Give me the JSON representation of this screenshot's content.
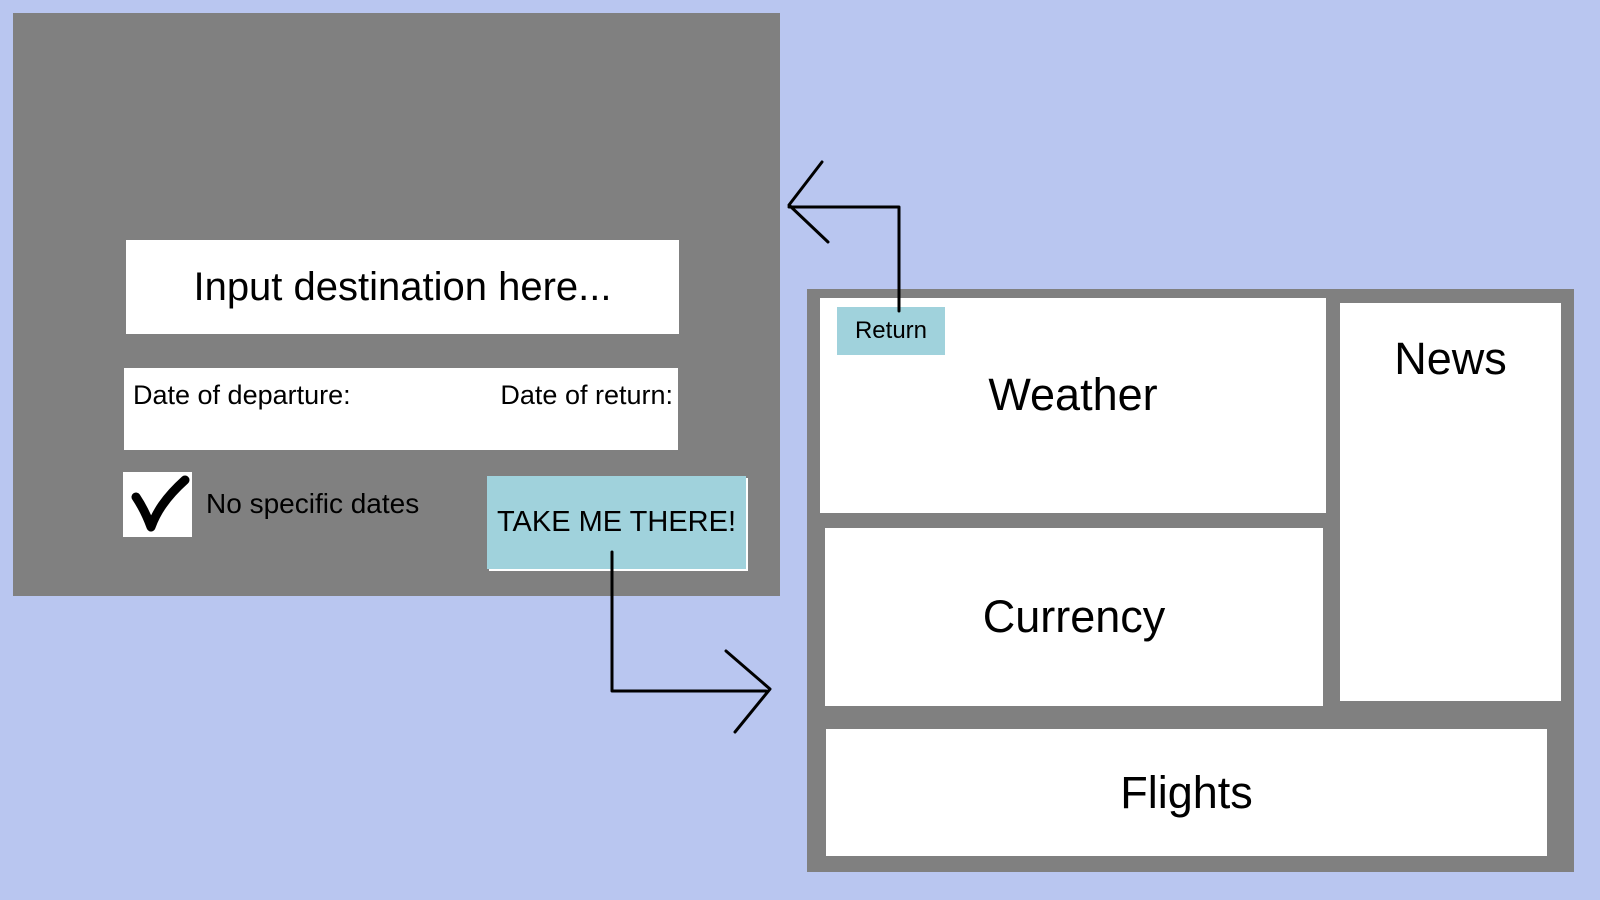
{
  "search_screen": {
    "destination": {
      "value": "",
      "placeholder": "Input destination here..."
    },
    "dates": {
      "departure_label": "Date of departure:",
      "return_label": "Date of return:"
    },
    "no_specific_dates": {
      "checked": true,
      "label": "No specific dates"
    },
    "submit_label": "TAKE ME THERE!"
  },
  "results_screen": {
    "return_label": "Return",
    "weather_label": "Weather",
    "news_label": "News",
    "currency_label": "Currency",
    "flights_label": "Flights"
  },
  "colors": {
    "background": "#b9c6f0",
    "panel": "#808080",
    "button": "#a0d2dc",
    "box": "#ffffff"
  },
  "icons": {
    "checkbox_mark": "checkmark-icon",
    "flow_arrows": [
      "arrow-left-icon",
      "arrow-right-icon"
    ]
  }
}
